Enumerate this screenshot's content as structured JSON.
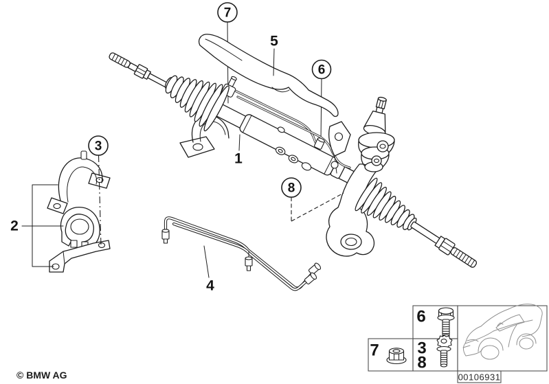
{
  "footer": {
    "copyright": "© BMW AG",
    "part_number": "00106931"
  },
  "callouts": {
    "1": "1",
    "2": "2",
    "3": "3",
    "4": "4",
    "5": "5",
    "6": "6",
    "7": "7",
    "8": "8"
  },
  "legend": {
    "bolt_hex_ref": "6",
    "nut_ref": "7",
    "torx_refs": [
      "3",
      "8"
    ],
    "icons": [
      "hex-flange-bolt-icon",
      "flange-nut-icon",
      "torx-bolt-icon",
      "car-silhouette-icon"
    ]
  },
  "colors": {
    "line": "#1c1c1c",
    "background": "#ffffff",
    "car_line": "#8f8f8f"
  }
}
